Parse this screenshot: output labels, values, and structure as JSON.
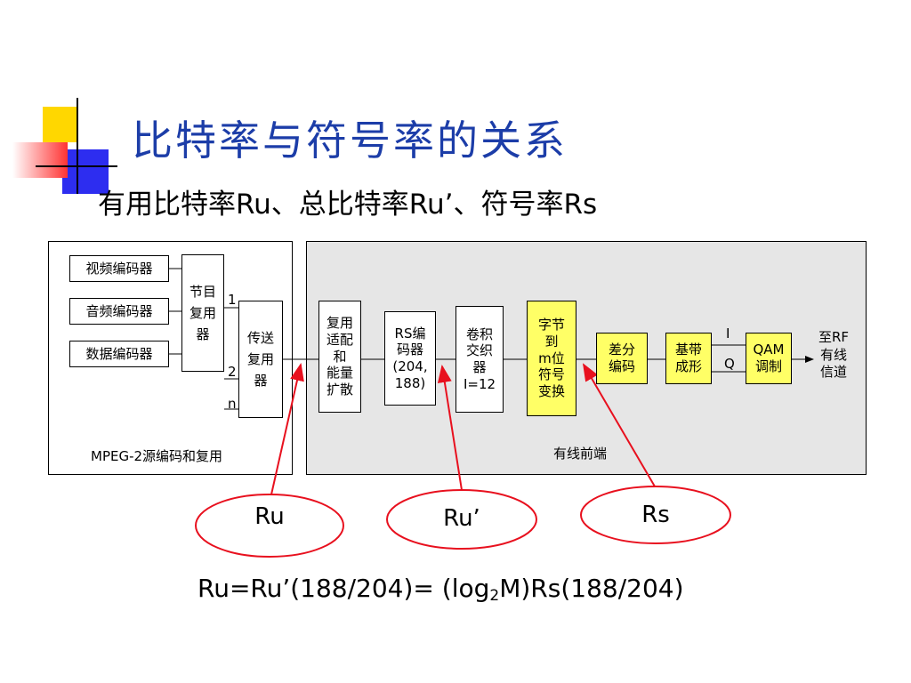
{
  "title": "比特率与符号率的关系",
  "subtitle": "有用比特率Ru、总比特率Ru’、符号率Rs",
  "left_panel": {
    "label": "MPEG-2源编码和复用",
    "encoders": [
      "视频编码器",
      "音频编码器",
      "数据编码器"
    ],
    "program_mux": "节目\n复用\n器",
    "transport_mux": "传送\n复用\n器",
    "port_labels": [
      "1",
      "2",
      "n"
    ]
  },
  "right_panel": {
    "label": "有线前端",
    "blocks": [
      {
        "text": "复用\n适配\n和\n能量\n扩散",
        "highlight": false
      },
      {
        "text": "RS编\n码器\n(204,\n188)",
        "highlight": false
      },
      {
        "text": "卷积\n交织\n器\nI=12",
        "highlight": false
      },
      {
        "text": "字节\n到\nm位\n符号\n变换",
        "highlight": true
      },
      {
        "text": "差分\n编码",
        "highlight": true
      },
      {
        "text": "基带\n成形",
        "highlight": true
      },
      {
        "text": "QAM\n调制",
        "highlight": true
      }
    ],
    "iq_labels": [
      "I",
      "Q"
    ],
    "output": "至RF\n有线\n信道"
  },
  "callouts": [
    "Ru",
    "Ru’",
    "Rs"
  ],
  "formula": {
    "part1": "Ru=Ru’(188/204)= (log",
    "sub": "2",
    "part2": "M)Rs(188/204)"
  },
  "colors": {
    "title": "#1c3da8",
    "highlight_fill": "#ffff66",
    "panel_fill": "#e6e6e6",
    "callout_stroke": "#e8101e",
    "deco_yellow": "#ffd700",
    "deco_blue": "#2d2df0",
    "deco_red": "#ff3333"
  }
}
